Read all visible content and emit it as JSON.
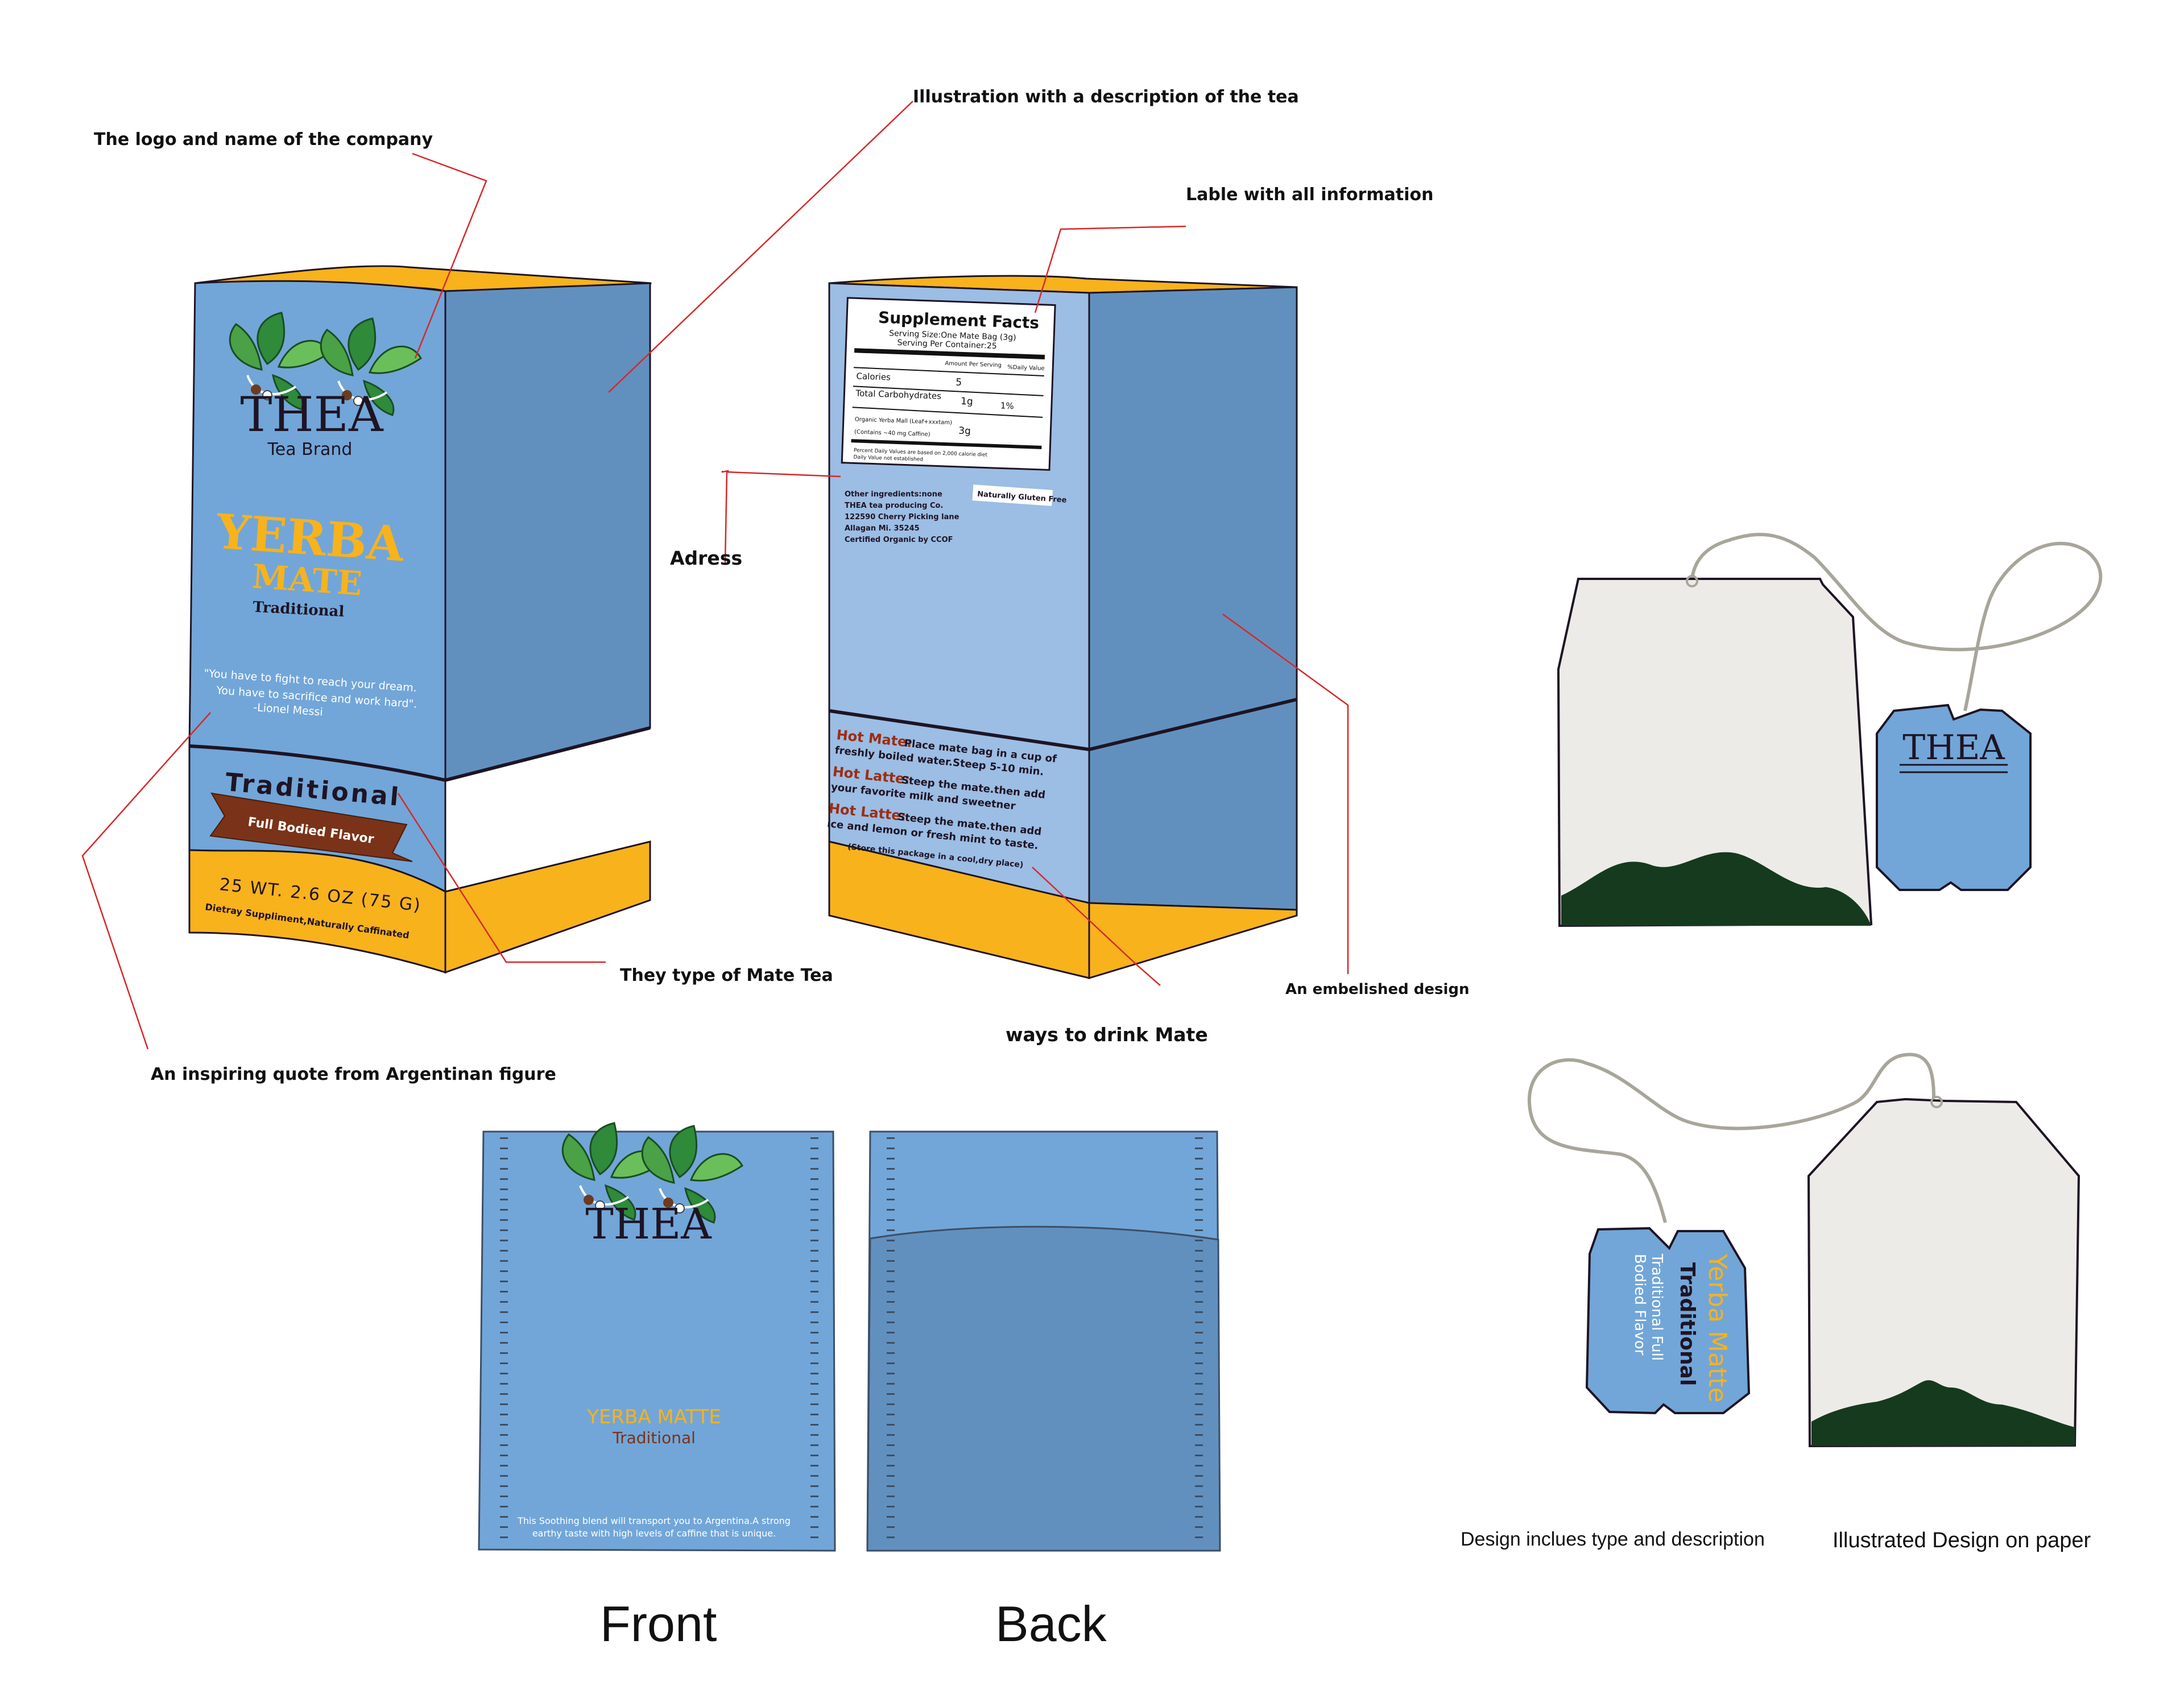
{
  "annotations": {
    "logo": "The logo and name of the company",
    "illustration": "Illustration with a description of the tea",
    "label": "Lable with all information",
    "address": "Adress",
    "type": "They type of Mate Tea",
    "ways": "ways to drink Mate",
    "embellished": "An embelished design",
    "quote": "An inspiring quote from Argentinan figure"
  },
  "front_box": {
    "brand": "THEA",
    "brand_sub": "Tea Brand",
    "yerba": "YERBA",
    "mate": "MATE",
    "traditional_small": "Traditional",
    "quote_line1": "\"You have to fight to reach your dream.",
    "quote_line2": "You have to sacrifice and work hard\".",
    "quote_author": "-Lionel Messi",
    "band_title": "Traditional",
    "ribbon": "Full Bodied Flavor",
    "weight": "25 WT. 2.6 OZ (75 G)",
    "dietary": "Dietray Suppliment,Naturally Caffinated"
  },
  "back_box": {
    "facts_title": "Supplement Facts",
    "serving_size": "Serving Size:One Mate Bag (3g)",
    "servings": "Serving Per Container:25",
    "amount_header": "Amount Per Serving",
    "daily_header": "%Daily Value",
    "calories_label": "Calories",
    "calories_value": "5",
    "carbs_label": "Total Carbohydrates",
    "carbs_value": "1g",
    "carbs_pct": "1%",
    "herb_label": "Organic Yerba Mall (Leaf+xxxtam)",
    "herb_sub": "(Contains ~40 mg Caffine)",
    "herb_value": "3g",
    "footnote1": "Percent Daily Values are based on 2,000 calorie diet",
    "footnote2": "Daily Value not established",
    "address1": "Other ingredients:none",
    "address2": "THEA tea producing Co.",
    "address3": "122590 Cherry Picking lane",
    "address4": "Allagan Mi. 35245",
    "address5": "Certified Organic by CCOF",
    "gluten": "Naturally Gluten Free",
    "hot_mate_label": "Hot Mate:",
    "hot_mate_text1": "Place mate bag in a cup of",
    "hot_mate_text2": "freshly boiled water.Steep 5-10 min.",
    "hot_latte_label": "Hot Latte:",
    "hot_latte_text1": "Steep the mate.then add",
    "hot_latte_text2": "your favorite milk and sweetner",
    "iced_label": "Hot Latte:",
    "iced_text1": "Steep the mate.then add",
    "iced_text2": "ice and lemon or fresh mint to taste.",
    "storage": "(Store this package in a cool,dry place)"
  },
  "front_sachet": {
    "brand": "THEA",
    "product": "YERBA MATTE",
    "subtitle": "Traditional",
    "desc1": "This Soothing blend will transport you to Argentina.A strong",
    "desc2": "earthy taste with high levels of caffine  that is unique."
  },
  "captions": {
    "front": "Front",
    "back": "Back",
    "tag_caption": "Design inclues type and description",
    "bag_caption": "Illustrated Design on paper"
  },
  "tea_tag_top": {
    "brand": "THEA"
  },
  "tea_tag_bottom": {
    "line1": "Yerba Matte",
    "line2": "Traditional",
    "line3": "Traditional Full",
    "line4": "Bodied Flavor"
  },
  "colors": {
    "box_blue": "#72a6d8",
    "side_blue": "#6190bf",
    "back_blue": "#9cbde4",
    "yellow": "#f8b21c",
    "brown": "#7a3318",
    "dark": "#1e1424",
    "leaf": "#2f8a3a",
    "annotation_line": "#d62828",
    "tea_dark": "#163a1e",
    "bag_paper": "#ecebe7"
  }
}
